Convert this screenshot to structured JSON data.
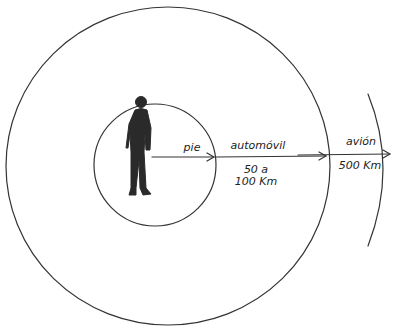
{
  "diagram": {
    "labels": [
      "pie",
      "automóvil",
      "50 a 100 Km",
      "avión",
      "500 Km"
    ]
  }
}
